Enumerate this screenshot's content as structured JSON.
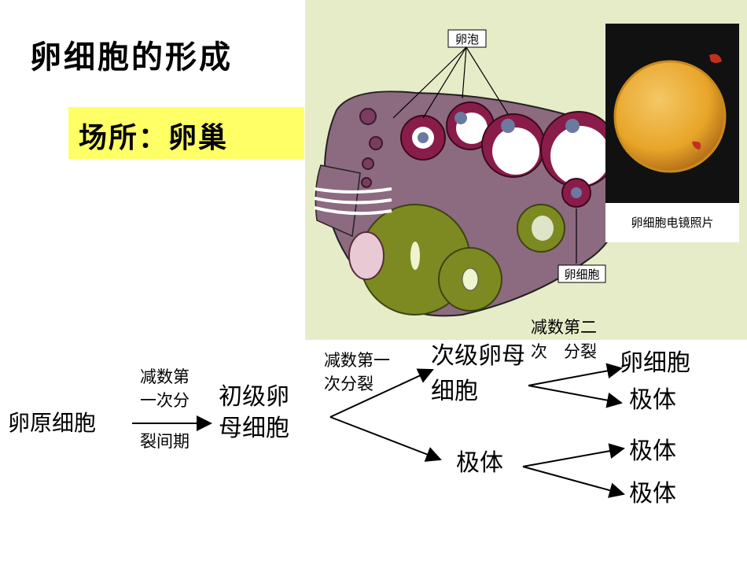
{
  "title": "卵细胞的形成",
  "place": "场所：卵巢",
  "figure": {
    "label_follicle": "卵泡",
    "label_ovum": "卵细胞",
    "em_caption": "卵细胞电镜照片",
    "colors": {
      "background": "#e7ecc8",
      "ovary": "#8c6a80",
      "follicle_wall": "#8a1c4a",
      "corpus_luteum": "#7d8a22",
      "ovum_photo": "#e8a528"
    }
  },
  "flow": {
    "oogonium": "卵原细胞",
    "step1_above_l1": "减数第",
    "step1_above_l2": "一次分",
    "step1_below": "裂间期",
    "primary_l1": "初级卵",
    "primary_l2": "母细胞",
    "step2_l1": "减数第一",
    "step2_l2": "次分裂",
    "secondary_l1": "次级卵母",
    "secondary_l2": "细胞",
    "step3_l1": "减数第二",
    "step3_l2": "次　分裂",
    "polar_body_1": "极体",
    "egg": "卵细胞",
    "polar_body_2": "极体",
    "polar_body_3": "极体",
    "polar_body_4": "极体"
  }
}
